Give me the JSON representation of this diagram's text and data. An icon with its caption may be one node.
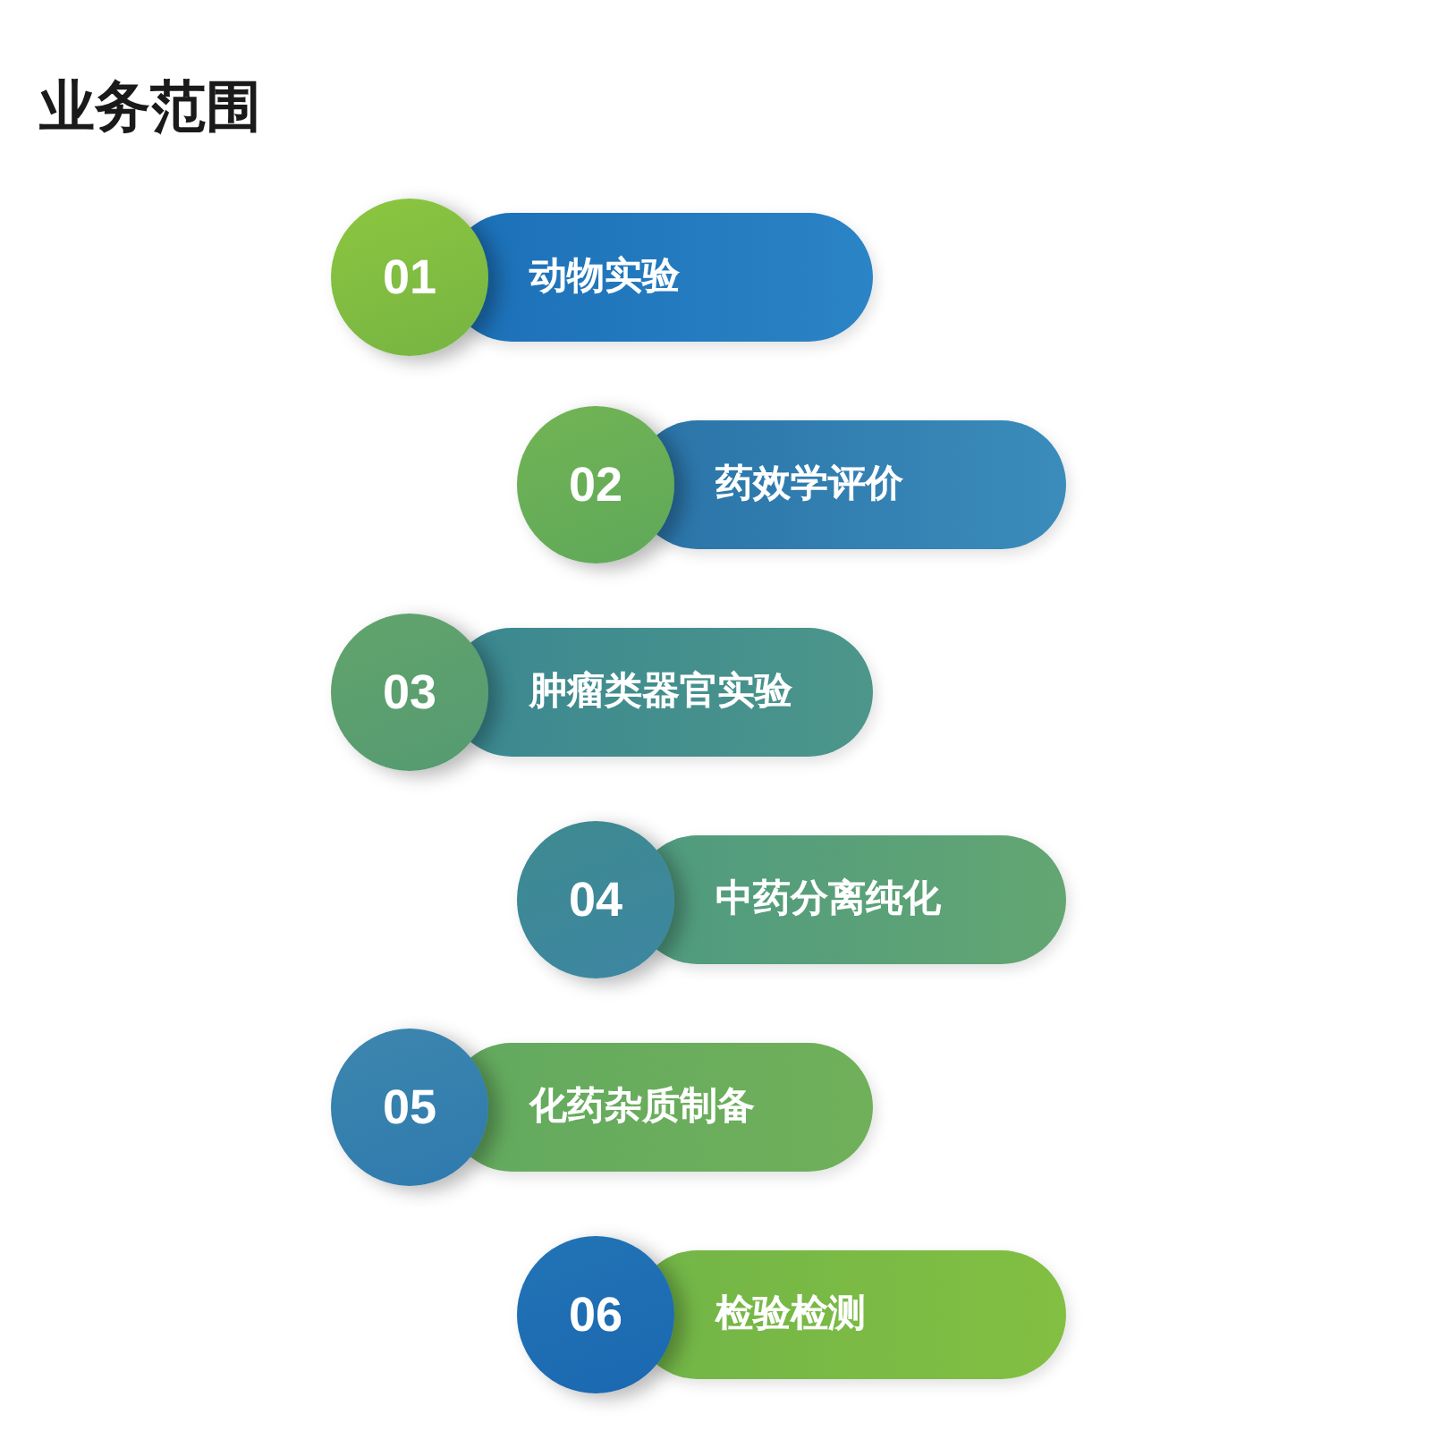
{
  "diagram": {
    "title": "业务范围",
    "nodes": [
      {
        "text": [
          "01",
          "动物实验"
        ]
      },
      {
        "text": [
          "02",
          "药效学评价"
        ]
      },
      {
        "text": [
          "03",
          "肿瘤类器官实验"
        ]
      },
      {
        "text": [
          "04",
          "中药分离纯化"
        ]
      },
      {
        "text": [
          "05",
          "化药杂质制备"
        ]
      },
      {
        "text": [
          "06",
          "检验检测"
        ]
      }
    ]
  }
}
